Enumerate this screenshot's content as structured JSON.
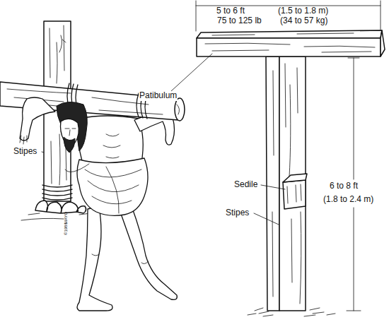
{
  "diagram": {
    "labels": [
      "5 to 6 ft",
      "(1.5 to 1.8 m)",
      "75 to 125 lb",
      "(34 to 57 kg)",
      "Patibulum",
      "Stipes",
      "Sedile",
      "Stipes",
      "6 to 8 ft",
      "(1.8 to 2.4 m)",
      "MAYO",
      "©1986"
    ]
  }
}
